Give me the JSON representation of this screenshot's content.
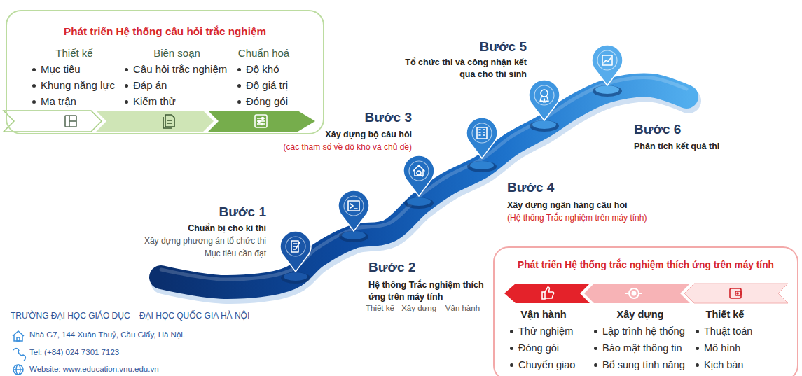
{
  "diagram": {
    "nodes": [
      {
        "text": [
          "Phát triển Hệ thống câu hỏi trắc nghiệm"
        ]
      },
      {
        "text": [
          "Thiết kế",
          "Mục tiêu",
          "Khung năng lực",
          "Ma trận"
        ],
        "in": 0
      },
      {
        "text": [
          "Biên soạn",
          "Câu hỏi trắc nghiệm",
          "Đáp án",
          "Kiểm thử"
        ],
        "in": 0
      },
      {
        "text": [
          "Chuẩn hoá",
          "Độ khó",
          "Độ giá trị",
          "Đóng gói"
        ],
        "in": 0
      },
      {
        "text": [
          "Phát triển Hệ thống trắc nghiệm thích ứng trên máy tính"
        ]
      },
      {
        "text": [
          "Vận hành",
          "Thử nghiệm",
          "Đóng gói",
          "Chuyển giao"
        ],
        "in": 4
      },
      {
        "text": [
          "Xây dựng",
          "Lập trình hệ thống",
          "Bảo mật thông tin",
          "Bổ sung tính năng"
        ],
        "in": 4
      },
      {
        "text": [
          "Thiết kế",
          "Thuật toán",
          "Mô hình",
          "Kịch bản"
        ],
        "in": 4
      }
    ],
    "labels": [
      "Bước 1",
      "Chuẩn bị cho kì thi",
      "Xây dựng phương án tổ chức thi",
      "Mục tiêu cần đạt",
      "Bước 2",
      "Hệ thống Trắc nghiệm thích ứng trên máy tính",
      "Thiết kế - Xây dựng – Vận hành",
      "Bước 3",
      "Xây dựng bộ câu hỏi",
      "(các tham số về độ khó và chủ đề)",
      "Bước 4",
      "Xây dựng ngân hàng câu hỏi",
      "(Hệ thống Trắc nghiệm trên máy tính)",
      "Bước 5",
      "Tổ chức thi và công nhận kết quả cho thí sinh",
      "Bước 6",
      "Phân tích kết quả thi",
      "TRƯỜNG ĐẠI HỌC GIÁO DỤC – ĐẠI HỌC QUỐC GIA HÀ NỘI",
      "Nhà G7, 144 Xuân Thuỷ, Cầu Giấy, Hà Nội.",
      "Tel: (+84) 024 7301 7123",
      "Website: www.education.vnu.edu.vn"
    ]
  }
}
